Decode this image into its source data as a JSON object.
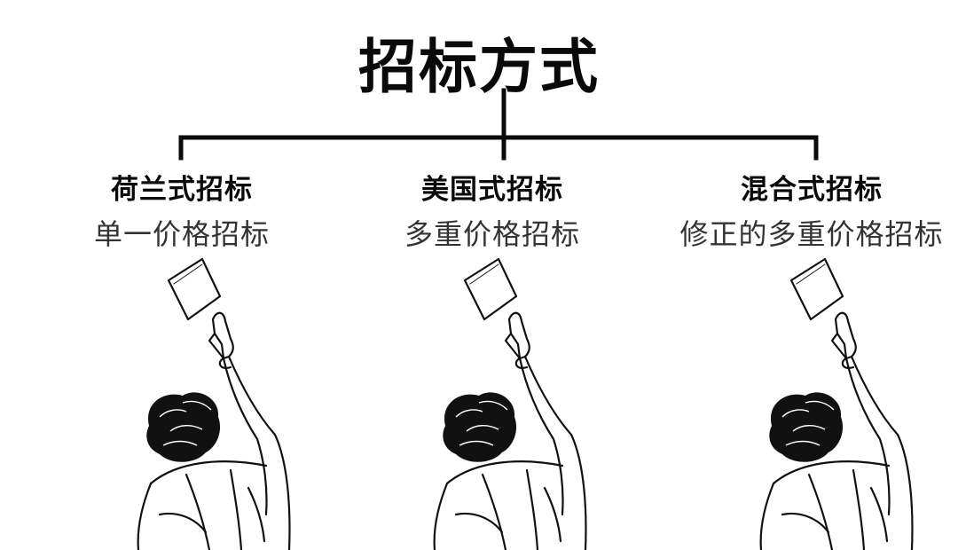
{
  "title": "招标方式",
  "branches": [
    {
      "name": "荷兰式招标",
      "subtitle": "单一价格招标"
    },
    {
      "name": "美国式招标",
      "subtitle": "多重价格招标"
    },
    {
      "name": "混合式招标",
      "subtitle": "修正的多重价格招标"
    }
  ],
  "colors": {
    "line": "#0a0a0a",
    "text": "#0a0a0a",
    "subtitle": "#333333"
  },
  "icons": [
    "bidder-raising-card-illustration"
  ]
}
